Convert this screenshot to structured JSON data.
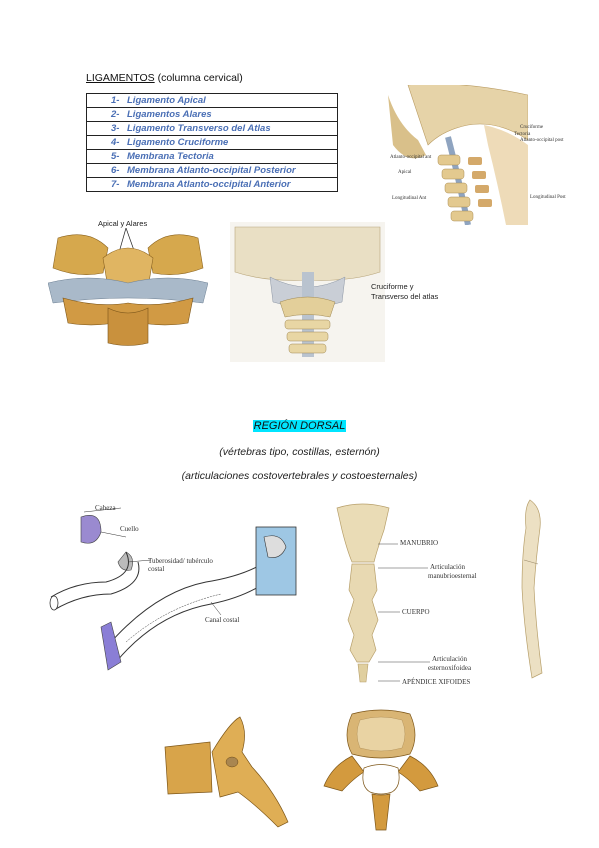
{
  "header": {
    "title_underlined": "LIGAMENTOS",
    "title_rest": " (columna cervical)"
  },
  "ligaments": [
    {
      "num": "1-",
      "name": "Ligamento Apical"
    },
    {
      "num": "2-",
      "name": "Ligamentos Alares"
    },
    {
      "num": "3-",
      "name": "Ligamento Transverso del Atlas"
    },
    {
      "num": "4-",
      "name": "Ligamento Cruciforme"
    },
    {
      "num": "5-",
      "name": "Membrana Tectoria"
    },
    {
      "num": "6-",
      "name": "Membrana Atlanto-occipital Posterior"
    },
    {
      "num": "7-",
      "name": "Membrana Atlanto-occipital Anterior"
    }
  ],
  "cervical_figure": {
    "labels": [
      "Cruciforme",
      "Tectoria",
      "Atlanto-occipital post",
      "Atlanto-occipital ant",
      "Apical",
      "Longitudinal Ant",
      "Longitudinal Post"
    ]
  },
  "captions": {
    "apical_alares": "Apical y Alares",
    "cruciforme_line1": "Cruciforme y",
    "cruciforme_line2": "Transverso del atlas"
  },
  "dorsal": {
    "title": "REGIÓN DORSAL",
    "subtitle1": "(vértebras tipo, costillas, esternón)",
    "subtitle2": "(articulaciones costovertebrales y costoesternales)"
  },
  "rib_figure": {
    "labels": {
      "cabeza": "Cabeza",
      "cuello": "Cuello",
      "tuberosidad1": "Tuberosidad/ tubérculo",
      "tuberosidad2": "costal",
      "canal": "Canal costal"
    }
  },
  "sternum_figure": {
    "labels": {
      "manubrio": "MANUBRIO",
      "art_manub1": "Articulación",
      "art_manub2": "manubrioesternal",
      "cuerpo": "CUERPO",
      "art_xif1": "Articulación",
      "art_xif2": "esternoxifoidea",
      "apendice": "APÉNDICE XIFOIDES"
    }
  },
  "colors": {
    "ligament_text": "#4a6fb5",
    "highlight": "#00e5ff",
    "bone": "#d9b36a",
    "cartilage": "#9aa3c9"
  }
}
